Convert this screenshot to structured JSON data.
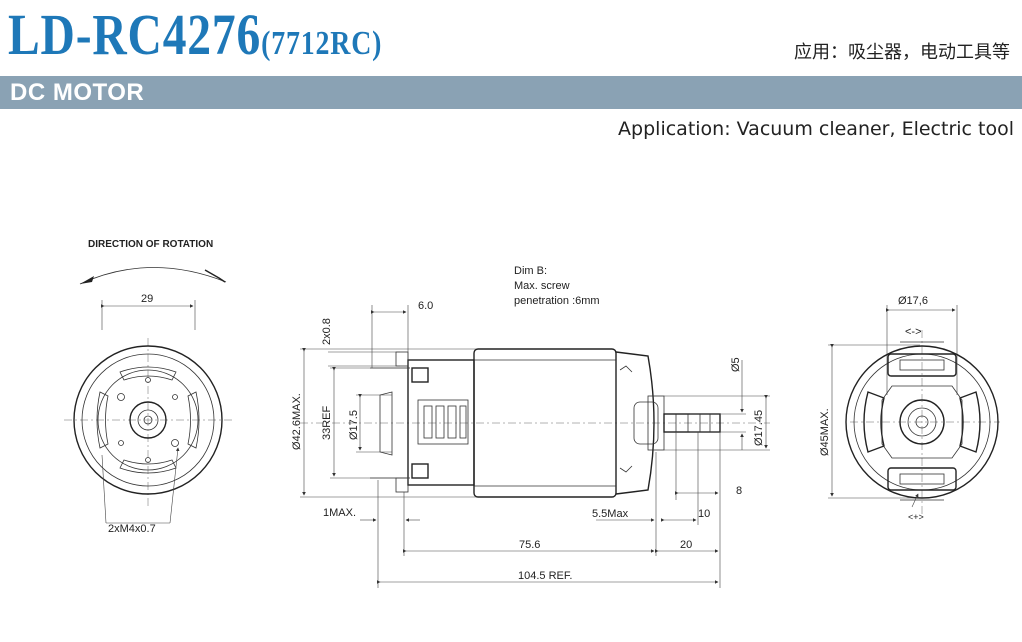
{
  "header": {
    "model": "LD-RC4276",
    "model_sub": "(7712RC)",
    "application_cn": "应用：吸尘器，电动工具等",
    "banner": "DC MOTOR",
    "application_en": "Application: Vacuum cleaner, Electric tool"
  },
  "colors": {
    "accent": "#1e78b8",
    "banner": "#8aa2b4"
  },
  "drawing": {
    "rotation_label": "DIRECTION OF ROTATION",
    "front_width": "29",
    "thread_note": "2xM4x0.7",
    "dim_b_title": "Dim B:",
    "dim_b_line2": "Max. screw",
    "dim_b_line3": "penetration :6mm",
    "dim_6": "6.0",
    "dim_2x08": "2x0.8",
    "dim_426": "Ø42.6MAX.",
    "dim_33": "33REF",
    "dim_175": "Ø17.5",
    "dim_5": "Ø5",
    "dim_1745": "Ø17.45",
    "dim_8": "8",
    "dim_1max": "1MAX.",
    "dim_55": "5.5Max",
    "dim_10": "10",
    "dim_756": "75.6",
    "dim_20": "20",
    "dim_1045": "104.5 REF.",
    "rear_176": "Ø17,6",
    "rear_45": "Ø45MAX.",
    "rear_plus_minus": "<->",
    "rear_minus_plus": "<+>"
  }
}
